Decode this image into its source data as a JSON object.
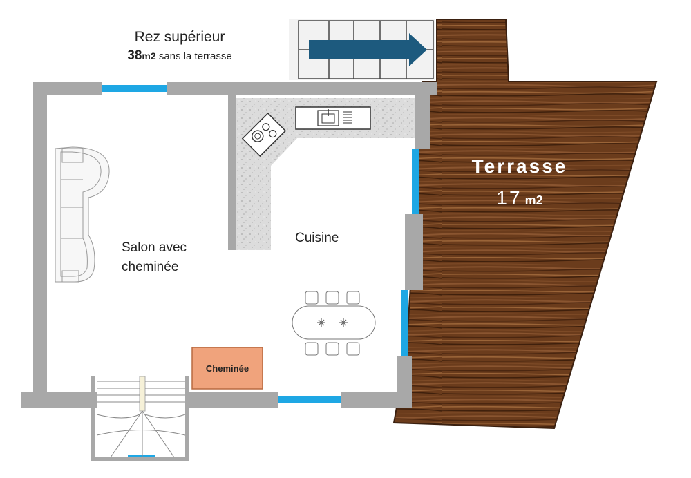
{
  "header": {
    "level_name": "Rez supérieur",
    "area_value": "38",
    "area_unit": "m2",
    "area_note": "sans la terrasse"
  },
  "rooms": {
    "salon_line1": "Salon avec",
    "salon_line2": "cheminée",
    "cuisine": "Cuisine",
    "cheminee": "Cheminée",
    "terrasse_name": "Terrasse",
    "terrasse_area_value": "17",
    "terrasse_area_unit": "m2"
  },
  "colors": {
    "wall": "#a8a8a8",
    "window": "#1ea7e4",
    "arrow": "#1d5a7e",
    "fireplace": "#f0a37c",
    "wood": "#6b3c1c"
  },
  "icons": [
    "stair-arrow-icon",
    "sink-icon",
    "cooktop-icon",
    "sofa-icon",
    "dining-table-icon",
    "plant-icon"
  ]
}
